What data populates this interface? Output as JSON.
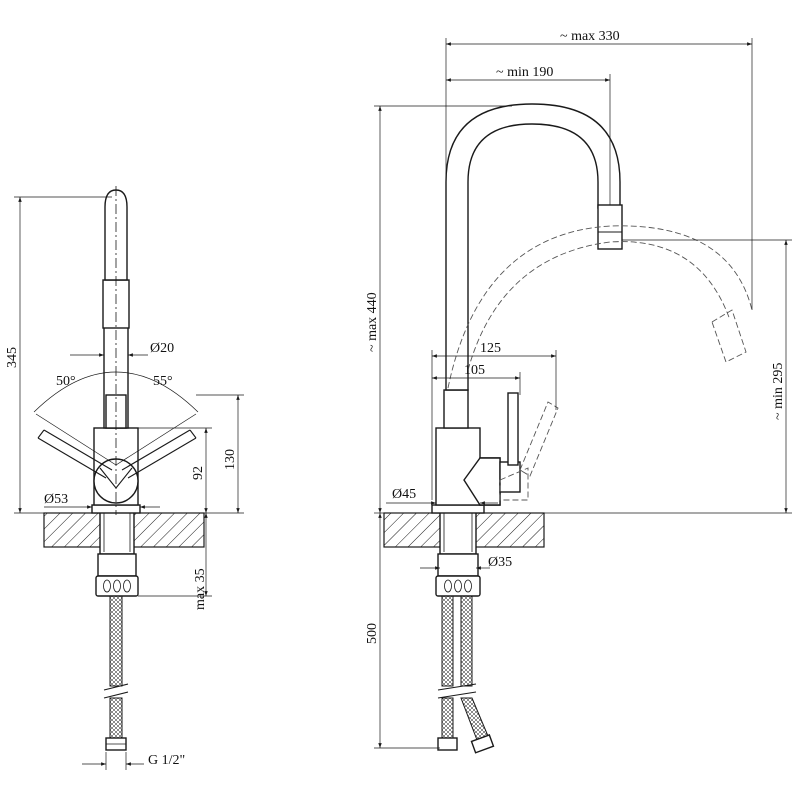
{
  "labels": {
    "side_height": "345",
    "pipe_diameter": "Ø20",
    "angle_left": "50°",
    "angle_right": "55°",
    "lever_zone": "130",
    "body_height": "92",
    "base_diameter": "Ø53",
    "fixing_depth": "max 35",
    "thread": "G 1/2\"",
    "reach_max": "~ max 330",
    "reach_min": "~ min 190",
    "total_height": "~ max 440",
    "spout_height_min": "~ min 295",
    "offset_125": "125",
    "offset_105": "105",
    "body_diameter": "Ø45",
    "shank_diameter": "Ø35",
    "hose_length": "500"
  },
  "colors": {
    "ink": "#1a1a1a",
    "ghost": "#555555",
    "paper": "#ffffff"
  }
}
